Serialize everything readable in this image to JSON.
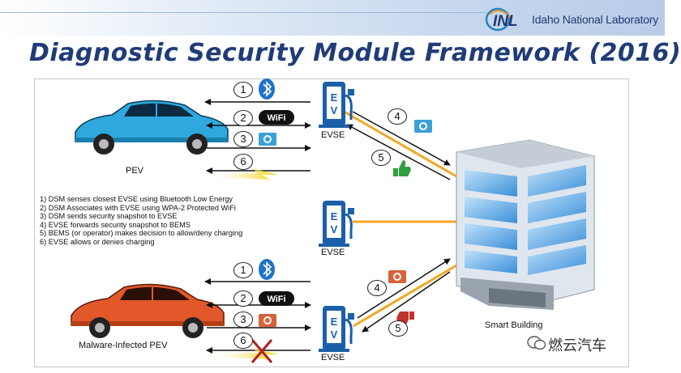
{
  "header": {
    "logo_mark": "INL",
    "logo_text": "Idaho National Laboratory",
    "title": "Diagnostic Security Module Framework (2016)"
  },
  "diagram": {
    "pev_label": "PEV",
    "malware_label": "Malware-Infected PEV",
    "evse_label": "EVSE",
    "evse_letters": [
      "E",
      "V"
    ],
    "building_label": "Smart Building",
    "top_steps": [
      "1",
      "2",
      "3",
      "6"
    ],
    "bottom_steps": [
      "1",
      "2",
      "3",
      "6"
    ],
    "link_steps": [
      "4",
      "5"
    ],
    "wifi_text": "WiFi",
    "steps_list": [
      "1) DSM senses closest EVSE using Bluetooth Low Energy",
      "2) DSM Associates with EVSE using WPA-2 Protected WiFi",
      "3) DSM sends security snapshot to EVSE",
      "4) EVSE forwards security snapshot to BEMS",
      "5) BEMS (or operator) makes decision to allow/deny charging",
      "6) EVSE allows or denies charging"
    ],
    "colors": {
      "car_good": "#2fa9dd",
      "car_bad": "#e2582a",
      "evse": "#1b5fa8",
      "power_line": "#f5a623",
      "bluetooth": "#1e73c9",
      "camera_good": "#3aa0d8",
      "camera_bad": "#d9623a",
      "thumb_up": "#2e9e3e",
      "thumb_down": "#c0322c",
      "deny_x": "#b22020"
    }
  },
  "watermark": {
    "text": "燃云汽车"
  }
}
